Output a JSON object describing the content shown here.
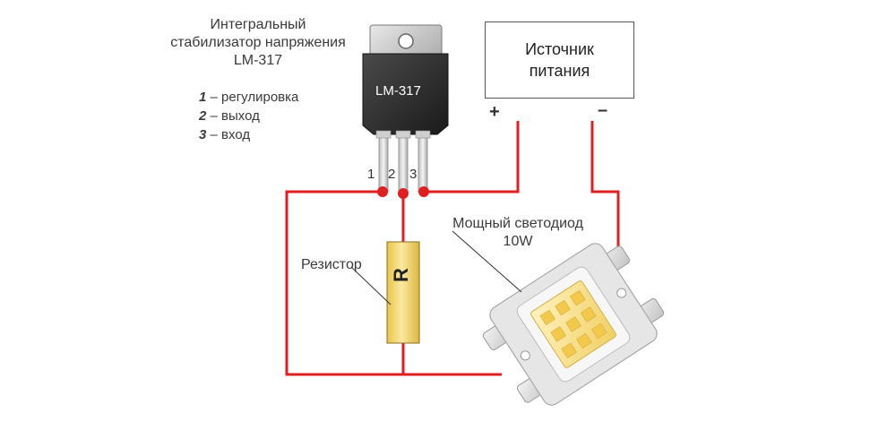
{
  "regulator": {
    "title_lines": [
      "Интегральный",
      "стабилизатор напряжения",
      "LM-317"
    ],
    "chip_label": "LM-317",
    "pins": [
      {
        "num": "1",
        "desc": "– регулировка"
      },
      {
        "num": "2",
        "desc": "– выход"
      },
      {
        "num": "3",
        "desc": "– вход"
      }
    ],
    "pin_numbers": [
      "1",
      "2",
      "3"
    ]
  },
  "power_supply": {
    "label_lines": [
      "Источник",
      "питания"
    ],
    "plus": "+",
    "minus": "–"
  },
  "led": {
    "label_lines": [
      "Мощный светодиод",
      "10W"
    ]
  },
  "resistor": {
    "label": "Резистор",
    "symbol": "R"
  },
  "colors": {
    "wire": "#e02020",
    "resistor_body": "#f2d466",
    "chip_body": "#2b2b2b",
    "led_die": "#f6e08a"
  }
}
